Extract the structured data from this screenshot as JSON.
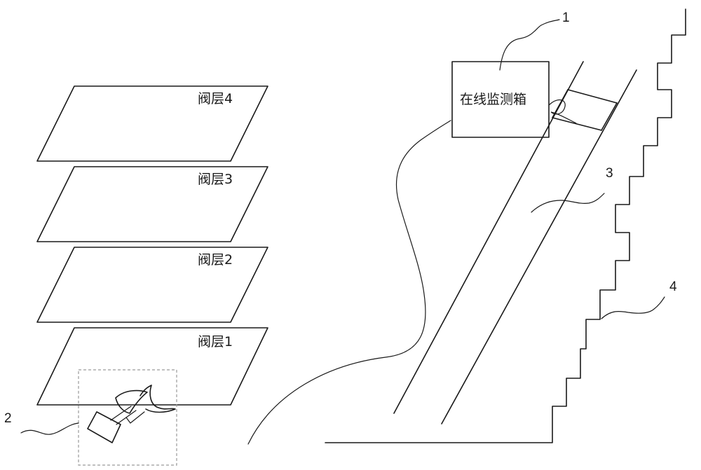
{
  "valve_layers": [
    {
      "label": "阀层4"
    },
    {
      "label": "阀层3"
    },
    {
      "label": "阀层2"
    },
    {
      "label": "阀层1"
    }
  ],
  "monitor_box": {
    "label": "在线监测箱"
  },
  "callouts": {
    "c1": "1",
    "c2": "2",
    "c3": "3",
    "c4": "4"
  }
}
